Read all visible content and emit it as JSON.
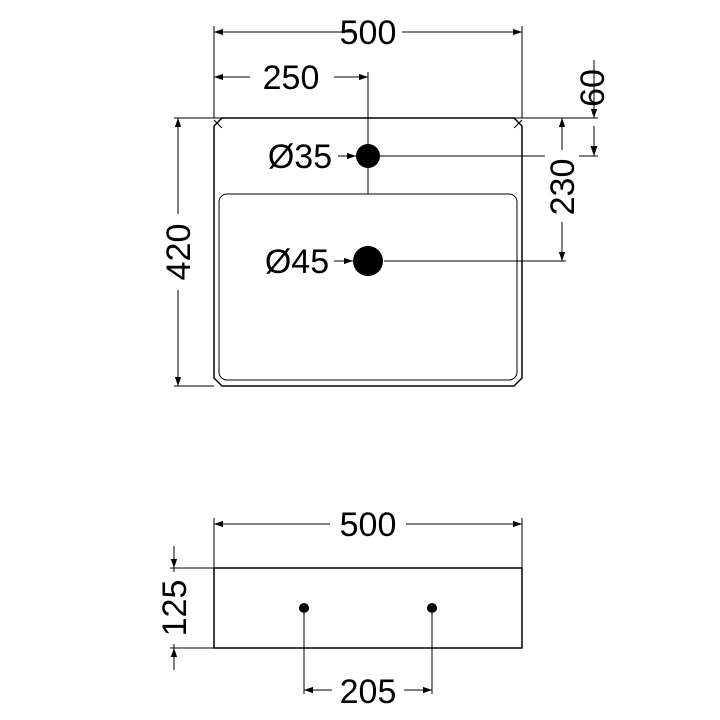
{
  "top_view": {
    "overall_width": "500",
    "tap_hole_offset": "250",
    "depth": "420",
    "tap_hole_from_back": "60",
    "waste_from_back": "230",
    "tap_hole_diameter": "Ø35",
    "waste_diameter": "Ø45"
  },
  "front_view": {
    "overall_width": "500",
    "height": "125",
    "fixing_centres": "205"
  }
}
